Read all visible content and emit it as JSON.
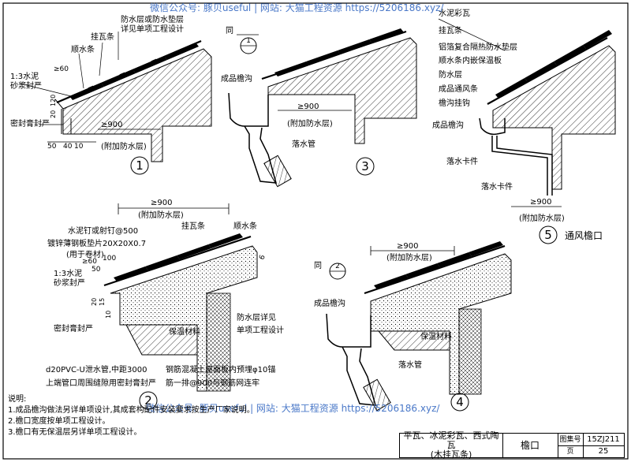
{
  "watermarks": {
    "top": "微信公众号: 豚贝useful | 网站: 大猫工程资源 https://5206186.xyz/",
    "bottom": "微信公众号: 豚贝useful | 网站: 大猫工程资源 https://5206186.xyz/"
  },
  "detail1": {
    "labels": [
      "防水层或防水垫层",
      "详见单项工程设计",
      "挂瓦条",
      "顺水条",
      "1:3水泥",
      "砂浆封严",
      "密封膏封严",
      "≥900",
      "(附加防水层)"
    ],
    "dims": [
      "≥60",
      "50",
      "40",
      "10",
      "120",
      "20"
    ],
    "number": "1"
  },
  "detail2": {
    "labels": [
      "≥900",
      "(附加防水层)",
      "挂瓦条",
      "顺水条",
      "水泥钉或射钉@500",
      "镀锌薄钢板垫片20X20X0.7",
      "(用于卷材)",
      "1:3水泥",
      "砂浆封严",
      "密封膏封严",
      "d20PVC-U泄水管,中距3000",
      "上端管口周围缝隙用密封膏封严",
      "保温材料",
      "防水层详见",
      "单项工程设计",
      "钢筋混凝土屋面板内预埋φ10锚",
      "筋一排@900与钢筋网连牢"
    ],
    "dims": [
      "≥60",
      "50",
      "100",
      "20",
      "15",
      "10",
      "6"
    ],
    "number": "2"
  },
  "detail3": {
    "labels": [
      "同",
      "成品檐沟",
      "≥900",
      "(附加防水层)",
      "落水管"
    ],
    "ref": "1",
    "number": "3"
  },
  "detail4": {
    "labels": [
      "≥900",
      "(附加防水层)",
      "同",
      "成品檐沟",
      "保温材料",
      "落水管"
    ],
    "ref": "2",
    "number": "4"
  },
  "detail5": {
    "labels": [
      "水泥彩瓦",
      "挂瓦条",
      "铝箔复合隔热防水垫层",
      "顺水条内嵌保温板",
      "防水层",
      "成品通风条",
      "檐沟挂钩",
      "成品檐沟",
      "落水卡件",
      "落水卡件",
      "≥900",
      "(附加防水层)",
      "通风檐口"
    ],
    "number": "5"
  },
  "notes": {
    "title": "说明:",
    "items": [
      "1.成品檐沟做法另详单项设计,其成套构配件安装要求按生产厂家说明。",
      "2.檐口宽度按单项工程设计。",
      "3.檐口有无保温层另详单项工程设计。"
    ]
  },
  "title_block": {
    "name_line1": "平瓦、冰泥彩瓦、西式陶瓦",
    "name_line2": "(木挂瓦条)",
    "title": "檐口",
    "atlas_label": "图集号",
    "atlas_value": "15ZJ211",
    "page_label": "页",
    "page_value": "25"
  }
}
